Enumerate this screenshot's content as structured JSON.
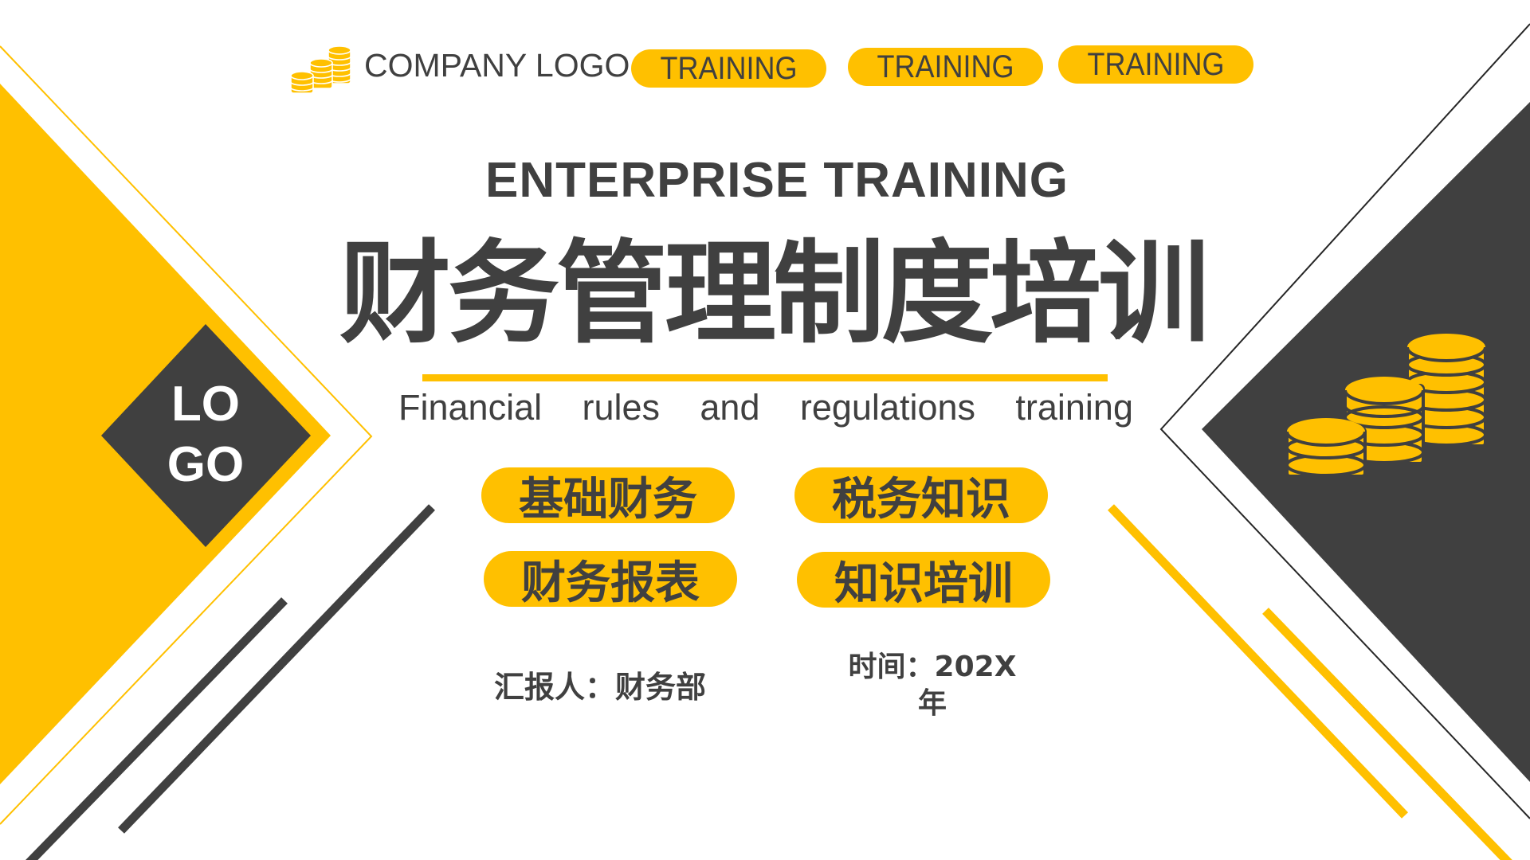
{
  "colors": {
    "accent": "#FFC000",
    "dark": "#404040",
    "background": "#FFFFFF"
  },
  "header": {
    "logo_icon": "coin-stack-icon",
    "company_logo_text": "COMPANY LOGO",
    "tags": [
      {
        "label": "TRAINING"
      },
      {
        "label": "TRAINING"
      },
      {
        "label": "TRAINING"
      }
    ]
  },
  "hero": {
    "headline_en": "ENTERPRISE TRAINING",
    "headline_cn": "财务管理制度培训",
    "subtitle_words": [
      "Financial",
      "rules",
      "and",
      "regulations",
      "training"
    ]
  },
  "topics": [
    {
      "label": "基础财务"
    },
    {
      "label": "税务知识"
    },
    {
      "label": "财务报表"
    },
    {
      "label": "知识培训"
    }
  ],
  "footer": {
    "reporter": "汇报人：财务部",
    "date_line1": "时间：202X",
    "date_line2": "年"
  },
  "logo_badge": {
    "line1": "LO",
    "line2": "GO"
  },
  "decor": {
    "right_icon": "coin-stack-icon"
  }
}
